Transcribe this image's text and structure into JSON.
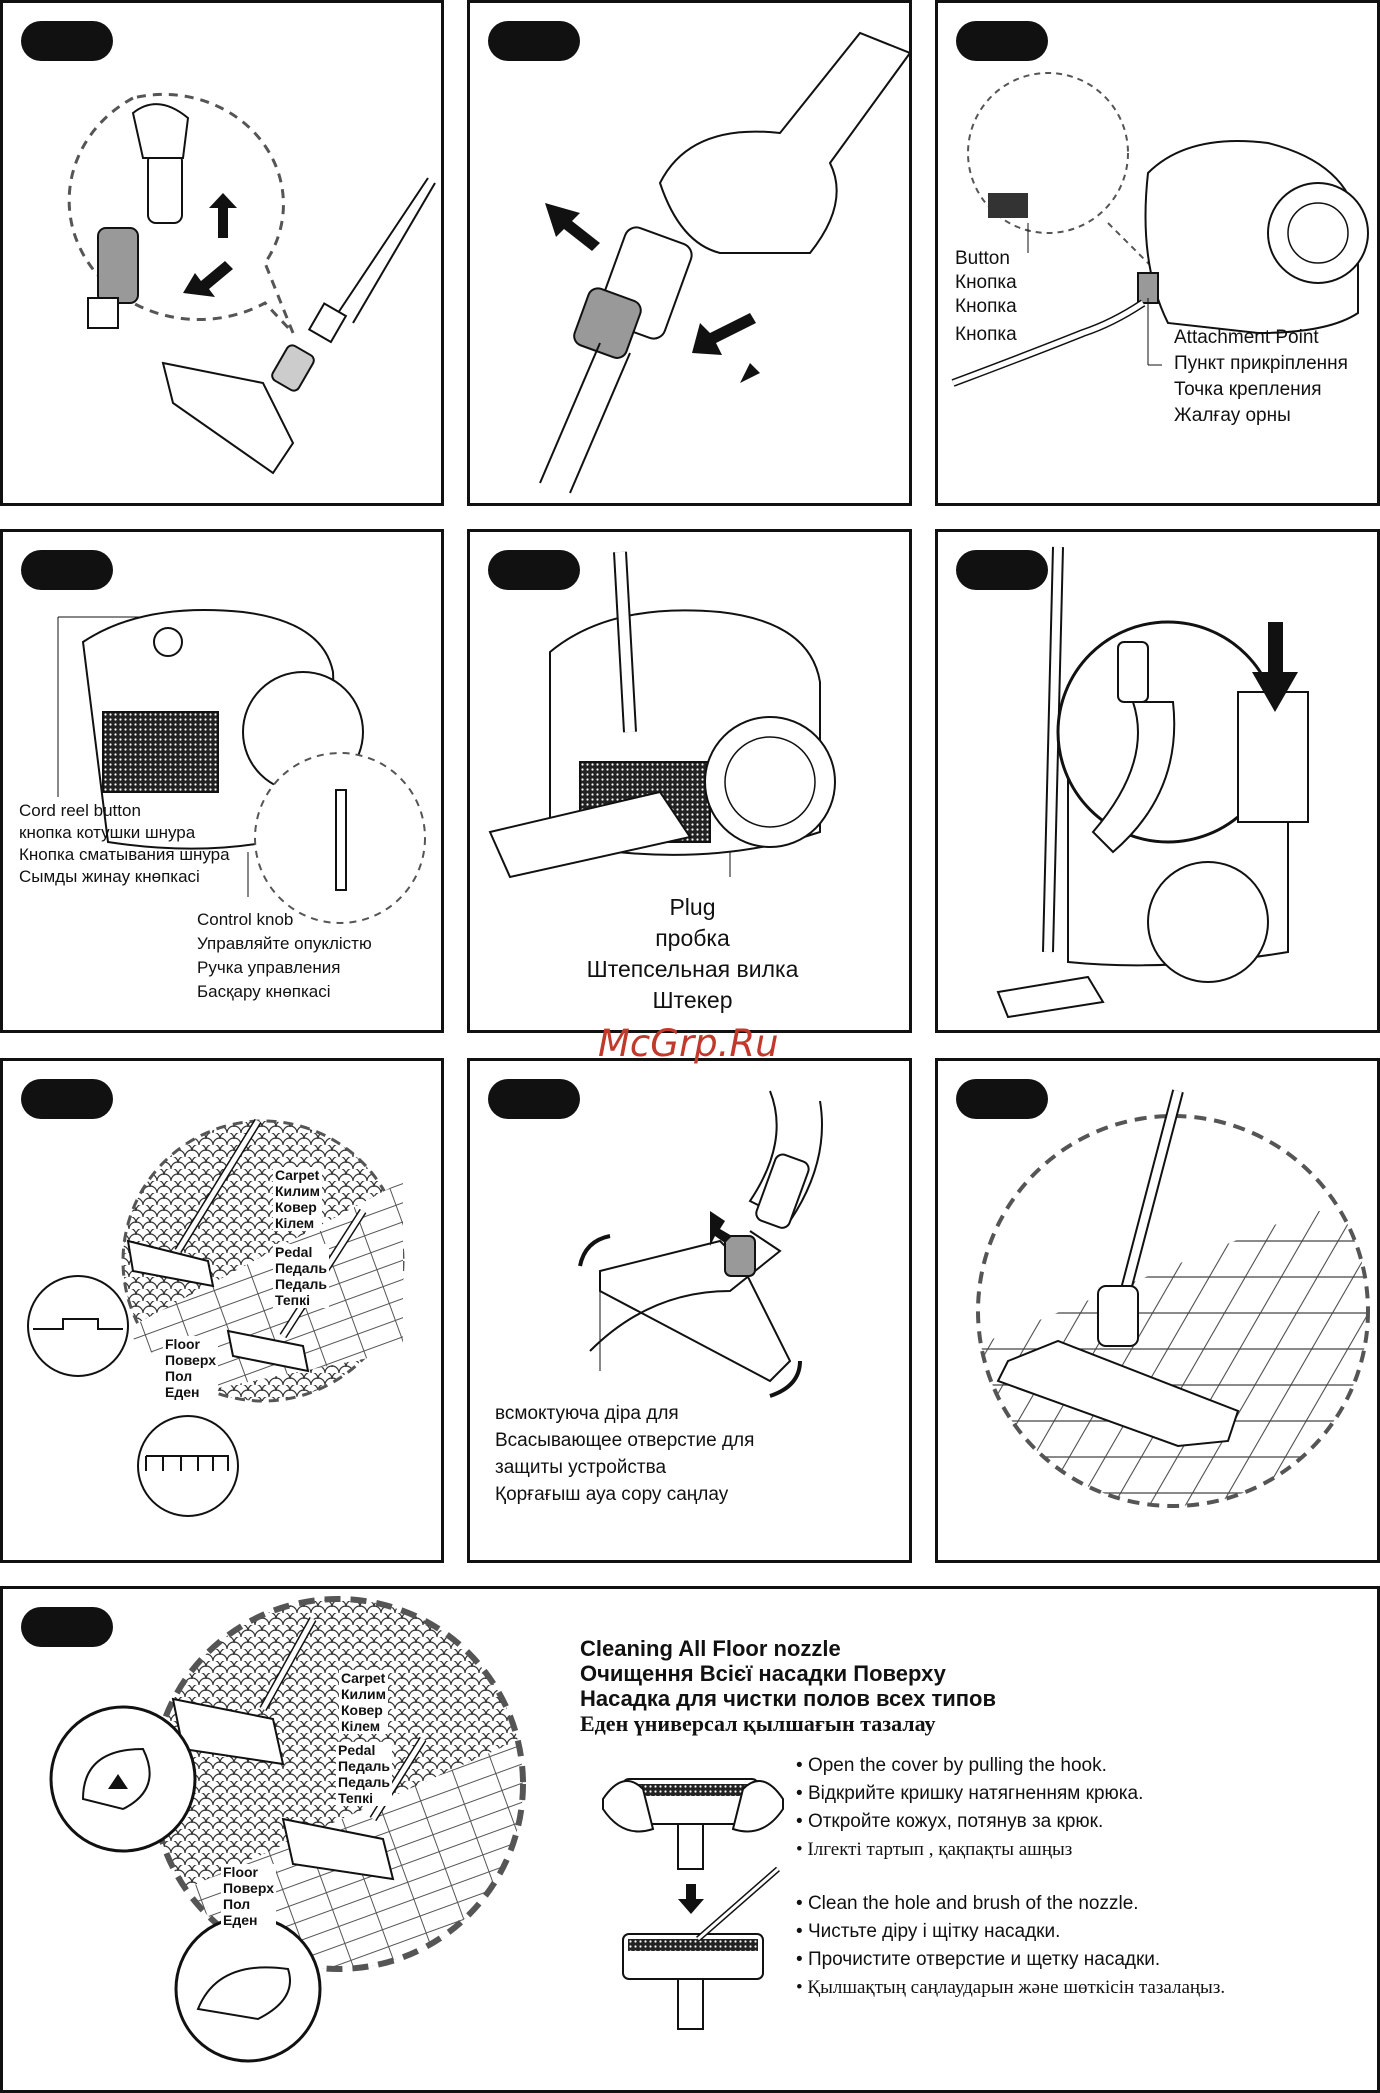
{
  "watermark": "McGrp.Ru",
  "panel3": {
    "button_labels": [
      "Button",
      "Кнопка",
      "Кнопка",
      "Кнопка"
    ],
    "attachment_labels": [
      "Attachment Point",
      "Пункт прикріплення",
      "Точка крепления",
      "Жалғау орны"
    ]
  },
  "panel4": {
    "cord_labels": [
      "Cord reel button",
      "кнопка котушки шнура",
      "Кнопка сматывания шнура",
      "Сымды жинау кнөпкасі"
    ],
    "control_labels": [
      "Control knob",
      "Управляйте опуклістю",
      "Ручка управления",
      "Басқару кнөпкасі"
    ]
  },
  "panel5": {
    "plug_labels": [
      "Plug",
      "пробка",
      "Штепсельная вилка",
      "Штекер"
    ]
  },
  "panel7": {
    "carpet_labels": [
      "Carpet",
      "Килим",
      "Ковер",
      "Кілем"
    ],
    "pedal_labels": [
      "Pedal",
      "Педаль",
      "Педаль",
      "Тепкі"
    ],
    "floor_labels": [
      "Floor",
      "Поверх",
      "Пол",
      "Еден"
    ]
  },
  "panel8": {
    "suction_labels": [
      "всмоктуюча діра для",
      "Всасывающее отверстие для",
      "защиты устройства",
      "Қорғағыш ауа сору саңлау"
    ]
  },
  "panel10": {
    "carpet_labels": [
      "Carpet",
      "Килим",
      "Ковер",
      "Кілем"
    ],
    "pedal_labels": [
      "Pedal",
      "Педаль",
      "Педаль",
      "Тепкі"
    ],
    "floor_labels": [
      "Floor",
      "Поверх",
      "Пол",
      "Еден"
    ],
    "title_lines": [
      "Cleaning All Floor nozzle",
      "Очищення Всієї насадки Поверху",
      "Насадка для чистки полов всех типов",
      "Еден үниверсал қылшағын тазалау"
    ],
    "step1": [
      "Open the cover by pulling the hook.",
      "Відкрийте кришку натягненням крюка.",
      "Откройте кожух, потянув за крюк.",
      "Ілгекті тартып , қақпақты ашңыз"
    ],
    "step2": [
      "Clean the hole and brush of the nozzle.",
      "Чистьте діру і щітку насадки.",
      "Прочистите отверстие и щетку насадки.",
      "Қылшақтың саңлаударын және шөткісін тазалаңыз."
    ]
  }
}
